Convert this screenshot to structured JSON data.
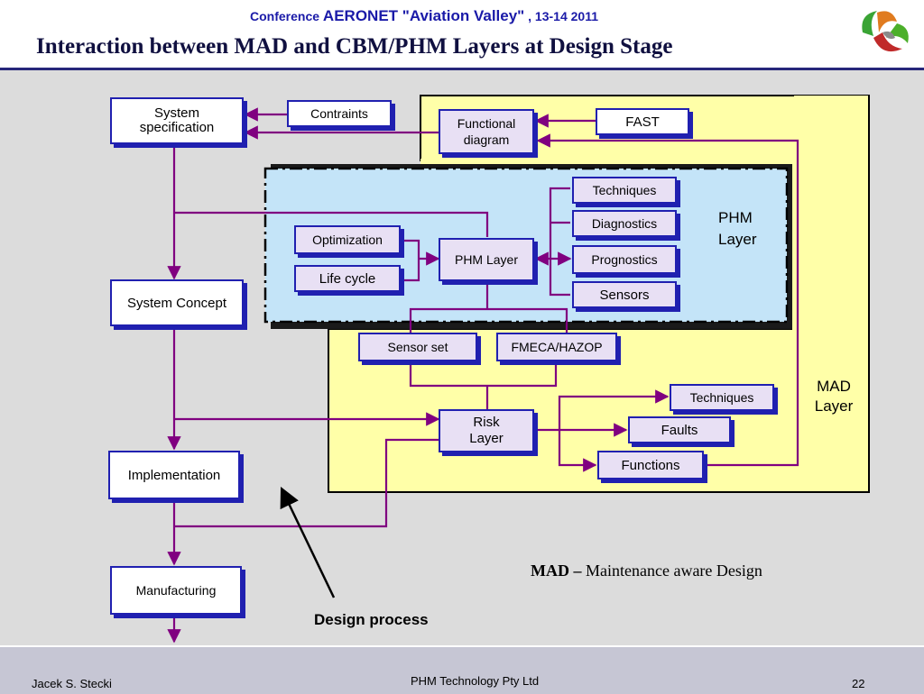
{
  "header": {
    "conference_prefix": "Conference",
    "conference_name": "AERONET \"Aviation Valley\"",
    "conference_dates": ", 13-14 2011",
    "title": "Interaction between MAD and CBM/PHM Layers at Design Stage"
  },
  "diagram": {
    "process_boxes": {
      "system_spec_line1": "System",
      "system_spec_line2": "specification",
      "system_concept": "System Concept",
      "implementation": "Implementation",
      "manufacturing": "Manufacturing"
    },
    "constraints": "Contraints",
    "functional_diagram_line1": "Functional",
    "functional_diagram_line2": "diagram",
    "fast": "FAST",
    "phm": {
      "optimization": "Optimization",
      "life_cycle": "Life cycle",
      "phm_layer_box": "PHM Layer",
      "techniques": "Techniques",
      "diagnostics": "Diagnostics",
      "prognostics": "Prognostics",
      "sensors": "Sensors",
      "region_label_line1": "PHM",
      "region_label_line2": "Layer"
    },
    "mad": {
      "sensor_set": "Sensor set",
      "fmeca": "FMECA/HAZOP",
      "risk_layer_line1": "Risk",
      "risk_layer_line2": "Layer",
      "techniques": "Techniques",
      "faults": "Faults",
      "functions": "Functions",
      "region_label_line1": "MAD",
      "region_label_line2": "Layer"
    },
    "design_process": "Design process",
    "mad_definition_abbr": "MAD –",
    "mad_definition_text": "Maintenance aware Design"
  },
  "footer": {
    "author": "Jacek S. Stecki",
    "company": "PHM Technology Pty Ltd",
    "page": "22"
  },
  "colors": {
    "connector": "#800080",
    "box_border": "#2020b0",
    "mad_fill": "#ffffa8",
    "phm_fill": "#c4e4f8",
    "title_blue": "#1a1aa8"
  }
}
